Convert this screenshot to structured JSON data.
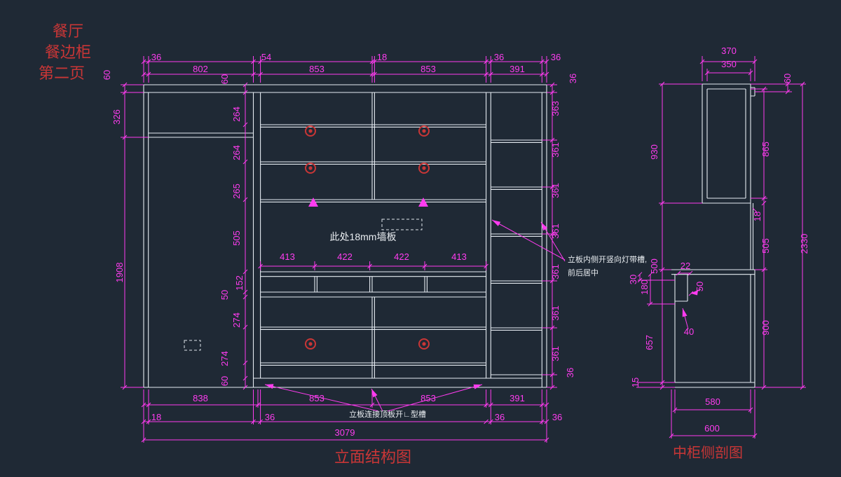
{
  "colors": {
    "background": "#1f2935",
    "geometry_line": "#e6ecf2",
    "dimension": "#ff3cf0",
    "accent_red": "#c93636",
    "note_text": "#e9edf1"
  },
  "header": {
    "line1": "餐厅",
    "line2": "餐边柜",
    "line3": "第二页"
  },
  "titles": {
    "elevation": "立面结构图",
    "side_section": "中柜侧剖图"
  },
  "notes": {
    "wall": "此处18mm墙板",
    "groove": "立板连接顶板开∟型槽",
    "light_line1": "立板内侧开竖向灯带槽,",
    "light_line2": "前后居中"
  },
  "elevation_dims": {
    "top_small": [
      "36",
      "54",
      "18",
      "36",
      "36"
    ],
    "top_main": [
      "802",
      "853",
      "853",
      "391"
    ],
    "left_chain": [
      "60",
      "326",
      "1908"
    ],
    "inner_chain": [
      "60",
      "264",
      "264",
      "265",
      "505",
      "152",
      "50",
      "274",
      "274",
      "60"
    ],
    "right_chain": [
      "36",
      "363",
      "361",
      "361",
      "361",
      "361",
      "361",
      "361",
      "36"
    ],
    "middle_row": [
      "413",
      "422",
      "422",
      "413"
    ],
    "bottom_main": [
      "838",
      "853",
      "853",
      "391"
    ],
    "bottom_small": [
      "18",
      "36",
      "36",
      "36"
    ],
    "overall_width": "3079"
  },
  "side_dims": {
    "top_outer": "370",
    "top_inner": "350",
    "notch": "60",
    "upper_height": "930",
    "upper_inner": "865",
    "gap": "500",
    "gap_inner": "505",
    "back_panel": "18",
    "overall_height": "2330",
    "d22": "22",
    "d30": "30",
    "d180": "180",
    "d50": "50",
    "d40": "40",
    "lower_left": "657",
    "lower_right": "900",
    "kick": "15",
    "bottom_inner": "580",
    "bottom_outer": "600"
  }
}
